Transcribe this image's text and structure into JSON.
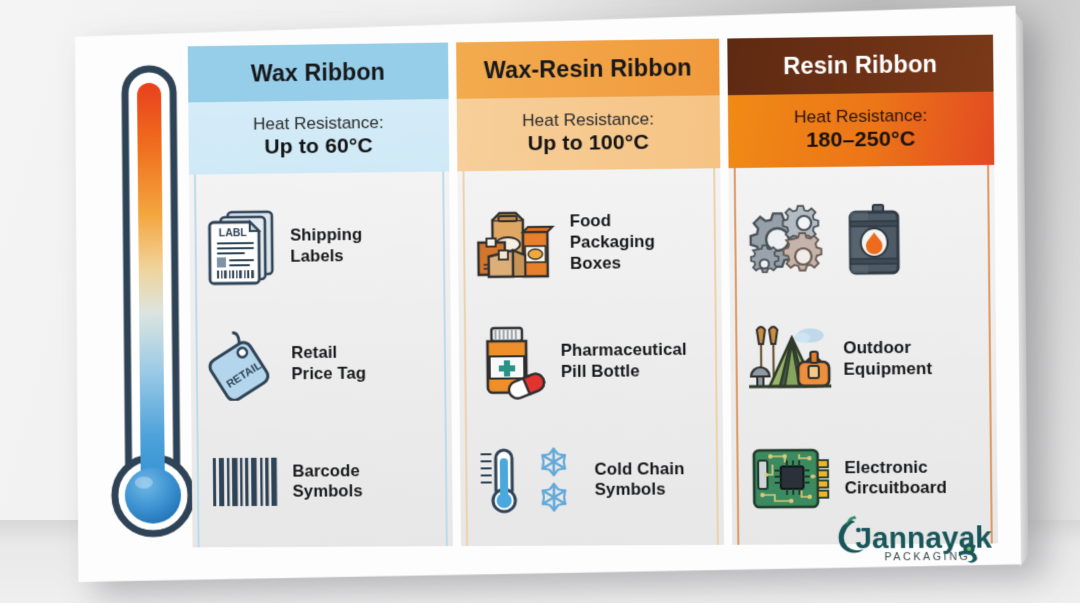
{
  "thermometer": {
    "name": "heat-scale-thermometer"
  },
  "columns": [
    {
      "title": "Wax Ribbon",
      "heat_label": "Heat Resistance:",
      "heat_value": "Up to 60°C",
      "accent": "#96cde8",
      "items": [
        {
          "label": "Shipping\nLabels",
          "icons": [
            "label-documents-icon"
          ]
        },
        {
          "label": "Retail\nPrice Tag",
          "icons": [
            "price-tag-icon"
          ]
        },
        {
          "label": "Barcode\nSymbols",
          "icons": [
            "barcode-icon"
          ]
        }
      ]
    },
    {
      "title": "Wax-Resin Ribbon",
      "heat_label": "Heat Resistance:",
      "heat_value": "Up to 100°C",
      "accent": "#f19a3c",
      "items": [
        {
          "label": "Food\nPackaging\nBoxes",
          "icons": [
            "food-packaging-icon"
          ]
        },
        {
          "label": "Pharmaceutical\nPill Bottle",
          "icons": [
            "pill-bottle-icon"
          ]
        },
        {
          "label": "Cold Chain\nSymbols",
          "icons": [
            "cold-thermometer-icon",
            "snowflake-icon"
          ]
        }
      ]
    },
    {
      "title": "Resin Ribbon",
      "heat_label": "Heat Resistance:",
      "heat_value": "180–250°C",
      "accent": "#e24a22",
      "items": [
        {
          "label": "",
          "icons": [
            "gears-icon",
            "oil-drum-icon"
          ]
        },
        {
          "label": "Outdoor\nEquipment",
          "icons": [
            "camping-tent-icon"
          ]
        },
        {
          "label": "Electronic\nCircuitboard",
          "icons": [
            "circuit-board-icon"
          ]
        }
      ]
    }
  ],
  "logo": {
    "name": "Jannayak",
    "tagline": "PACKAGING",
    "color": "#18565a"
  }
}
